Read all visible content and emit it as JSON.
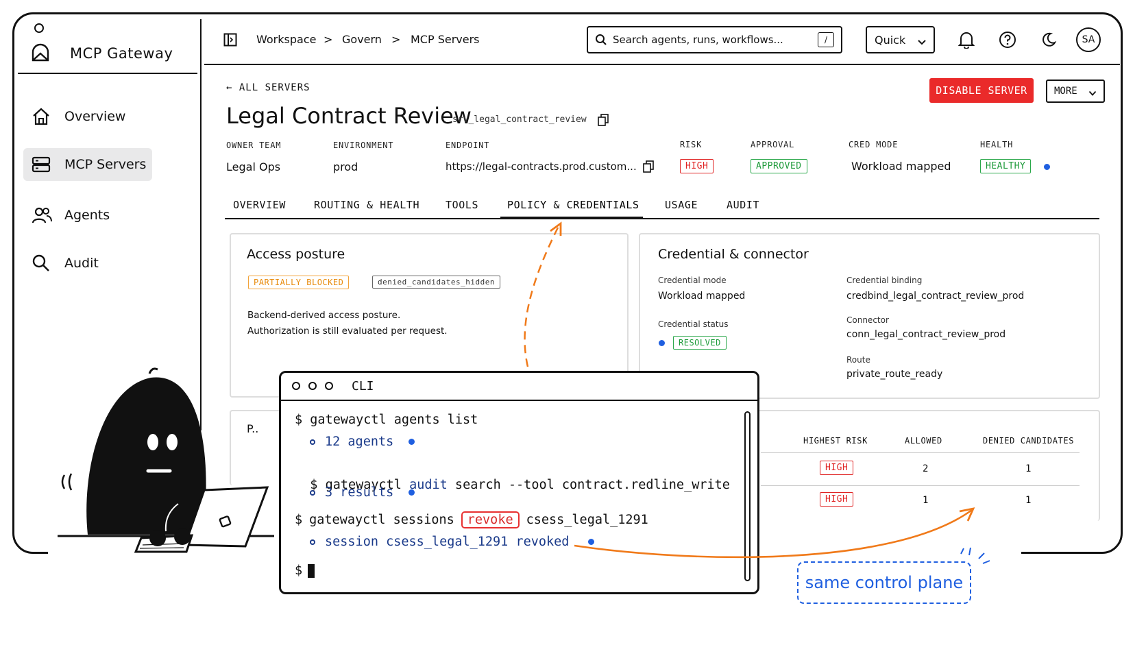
{
  "app": {
    "title": "MCP Gateway"
  },
  "sidebar": {
    "items": [
      {
        "label": "Overview",
        "icon": "home-icon"
      },
      {
        "label": "MCP Servers",
        "icon": "server-icon",
        "active": true
      },
      {
        "label": "Agents",
        "icon": "users-icon"
      },
      {
        "label": "Audit",
        "icon": "search-icon"
      }
    ]
  },
  "header": {
    "breadcrumb": [
      "Workspace",
      "Govern",
      "MCP Servers"
    ],
    "separator": ">",
    "search_placeholder": "Search agents, runs, workflows...",
    "search_shortcut": "/",
    "quick_label": "Quick",
    "avatar_initials": "SA"
  },
  "page": {
    "back_label": "ALL SERVERS",
    "title": "Legal Contract Review",
    "server_id": "srv_legal_contract_review",
    "disable_button": "DISABLE SERVER",
    "more_button": "MORE",
    "meta": {
      "owner_team": {
        "label": "OWNER TEAM",
        "value": "Legal Ops"
      },
      "environment": {
        "label": "ENVIRONMENT",
        "value": "prod"
      },
      "endpoint": {
        "label": "ENDPOINT",
        "value": "https://legal-contracts.prod.custom..."
      },
      "risk": {
        "label": "RISK",
        "value": "HIGH"
      },
      "approval": {
        "label": "APPROVAL",
        "value": "APPROVED"
      },
      "cred_mode": {
        "label": "CRED MODE",
        "value": "Workload mapped"
      },
      "health": {
        "label": "HEALTH",
        "value": "HEALTHY"
      }
    },
    "tabs": [
      "OVERVIEW",
      "ROUTING & HEALTH",
      "TOOLS",
      "POLICY & CREDENTIALS",
      "USAGE",
      "AUDIT"
    ],
    "active_tab": "POLICY & CREDENTIALS"
  },
  "access_posture": {
    "title": "Access posture",
    "status_badge": "PARTIALLY BLOCKED",
    "tag": "denied_candidates_hidden",
    "line1": "Backend-derived access posture.",
    "line2": "Authorization is still evaluated per request."
  },
  "credential": {
    "title": "Credential & connector",
    "mode_label": "Credential mode",
    "mode_value": "Workload mapped",
    "status_label": "Credential status",
    "status_value": "RESOLVED",
    "binding_label": "Credential binding",
    "binding_value": "credbind_legal_contract_review_prod",
    "connector_label": "Connector",
    "connector_value": "conn_legal_contract_review_prod",
    "route_label": "Route",
    "route_value": "private_route_ready"
  },
  "policy_table": {
    "partial_title": "P..",
    "headers": [
      "HIGHEST RISK",
      "ALLOWED",
      "DENIED CANDIDATES"
    ],
    "rows": [
      {
        "risk": "HIGH",
        "allowed": "2",
        "denied": "1"
      },
      {
        "risk": "HIGH",
        "allowed": "1",
        "denied": "1"
      }
    ]
  },
  "cli": {
    "title": "CLI",
    "prompt": "$",
    "cmd1": "gatewayctl agents list",
    "out1": "12 agents",
    "cmd2_pre": "gatewayctl ",
    "cmd2_kw": "audit",
    "cmd2_post": " search --tool contract.redline_write",
    "out2": "3 results",
    "cmd3_pre": "gatewayctl sessions",
    "cmd3_kw": "revoke",
    "cmd3_post": "csess_legal_1291",
    "out3": "session csess_legal_1291 revoked"
  },
  "annotation": {
    "label": "same control plane"
  },
  "colors": {
    "danger": "#ea2a2a",
    "success": "#1e9a3a",
    "warning": "#e88a0a",
    "accent_blue": "#1f5fe0",
    "annotation_orange": "#f07a1a",
    "cli_keyword": "#1a3a8a"
  }
}
